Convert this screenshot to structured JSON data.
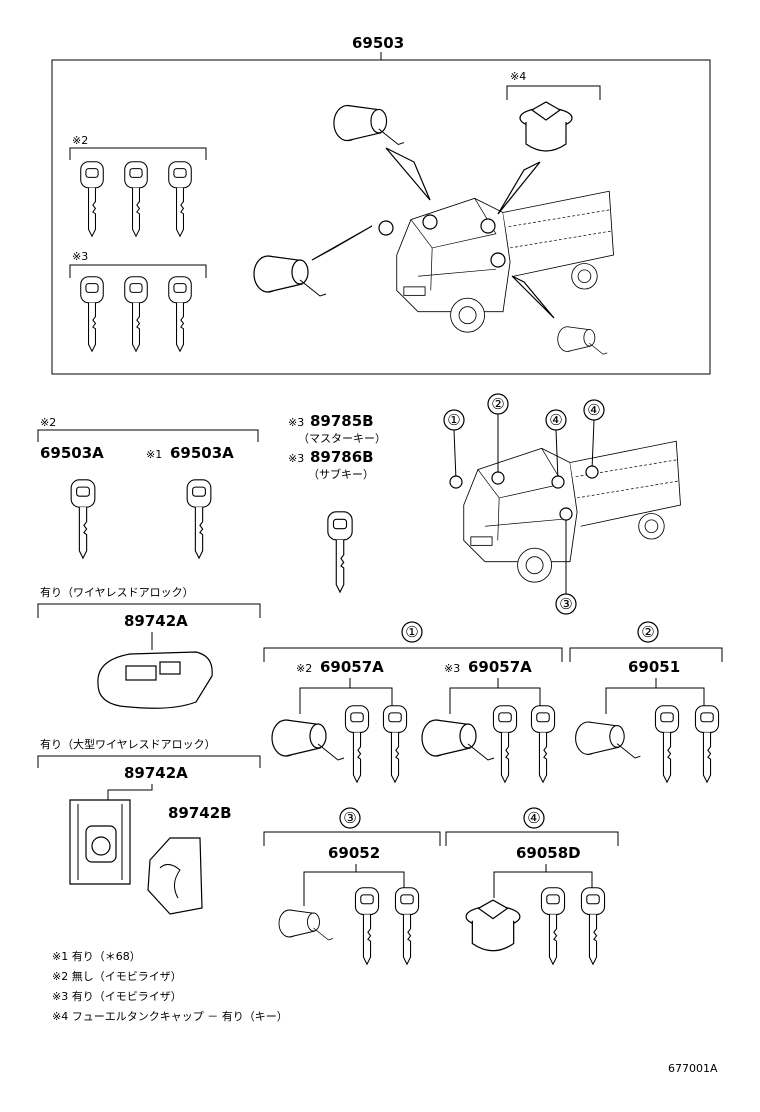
{
  "top_assembly": {
    "part_no": "69503"
  },
  "notes_small": {
    "n4": "※4",
    "n2": "※2",
    "n3": "※3"
  },
  "keys_set_left": {
    "bracket_note": "※2",
    "part_a": "69503A",
    "part_b_prefix": "※1",
    "part_b": "69503A"
  },
  "master_keys": {
    "note1": "※3",
    "part1": "89785B",
    "label1": "（マスターキー）",
    "note2": "※3",
    "part2": "89786B",
    "label2": "（サブキー）"
  },
  "truck_callouts": [
    "①",
    "②",
    "④",
    "④",
    "③"
  ],
  "wireless": {
    "heading": "有り（ワイヤレスドアロック）",
    "part": "89742A"
  },
  "wireless_large": {
    "heading": "有り（大型ワイヤレスドアロック）",
    "part_a": "89742A",
    "part_b": "89742B"
  },
  "group1": {
    "callout": "①",
    "left_note": "※2",
    "left_part": "69057A",
    "right_note": "※3",
    "right_part": "69057A"
  },
  "group2": {
    "callout": "②",
    "part": "69051"
  },
  "group3": {
    "callout": "③",
    "part": "69052"
  },
  "group4": {
    "callout": "④",
    "part": "69058D"
  },
  "legend": [
    "※1 有り（＊68）",
    "※2 無し（イモビライザ）",
    "※3 有り（イモビライザ）",
    "※4 フューエルタンクキャップ － 有り（キー）"
  ],
  "figure_id": "677001A"
}
